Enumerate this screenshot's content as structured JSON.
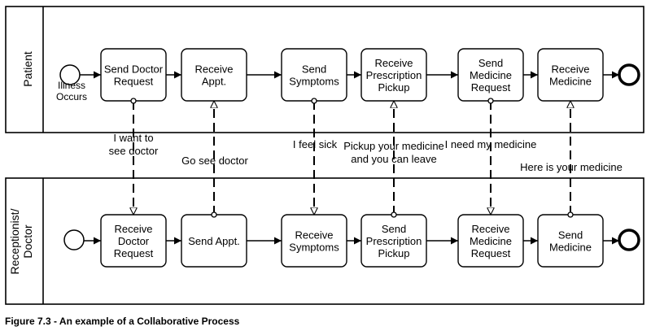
{
  "pools": [
    {
      "id": "patient",
      "label": [
        "Patient"
      ]
    },
    {
      "id": "doctor",
      "label": [
        "Receptionist/",
        "Doctor"
      ]
    }
  ],
  "patient_tasks": [
    {
      "id": "pt1",
      "lines": [
        "Send Doctor",
        "Request"
      ]
    },
    {
      "id": "pt2",
      "lines": [
        "Receive",
        "Appt."
      ]
    },
    {
      "id": "pt3",
      "lines": [
        "Send",
        "Symptoms"
      ]
    },
    {
      "id": "pt4",
      "lines": [
        "Receive",
        "Prescription",
        "Pickup"
      ]
    },
    {
      "id": "pt5",
      "lines": [
        "Send",
        "Medicine",
        "Request"
      ]
    },
    {
      "id": "pt6",
      "lines": [
        "Receive",
        "Medicine"
      ]
    }
  ],
  "doctor_tasks": [
    {
      "id": "dt1",
      "lines": [
        "Receive",
        "Doctor",
        "Request"
      ]
    },
    {
      "id": "dt2",
      "lines": [
        "Send Appt."
      ]
    },
    {
      "id": "dt3",
      "lines": [
        "Receive",
        "Symptoms"
      ]
    },
    {
      "id": "dt4",
      "lines": [
        "Send",
        "Prescription",
        "Pickup"
      ]
    },
    {
      "id": "dt5",
      "lines": [
        "Receive",
        "Medicine",
        "Request"
      ]
    },
    {
      "id": "dt6",
      "lines": [
        "Send",
        "Medicine"
      ]
    }
  ],
  "start_event_label": [
    "Illness",
    "Occurs"
  ],
  "messages": [
    {
      "from": "pt1",
      "to": "dt1",
      "label": [
        "I want to",
        "see doctor"
      ]
    },
    {
      "from": "dt2",
      "to": "pt2",
      "label": [
        "Go see doctor"
      ]
    },
    {
      "from": "pt3",
      "to": "dt3",
      "label": [
        "I feel sick"
      ]
    },
    {
      "from": "dt4",
      "to": "pt4",
      "label": [
        "Pickup your medicine",
        "and you can leave"
      ]
    },
    {
      "from": "pt5",
      "to": "dt5",
      "label": [
        "I need my medicine"
      ]
    },
    {
      "from": "dt6",
      "to": "pt6",
      "label": [
        "Here is your medicine"
      ]
    }
  ],
  "caption": "Figure 7.3 - An example of a Collaborative Process"
}
